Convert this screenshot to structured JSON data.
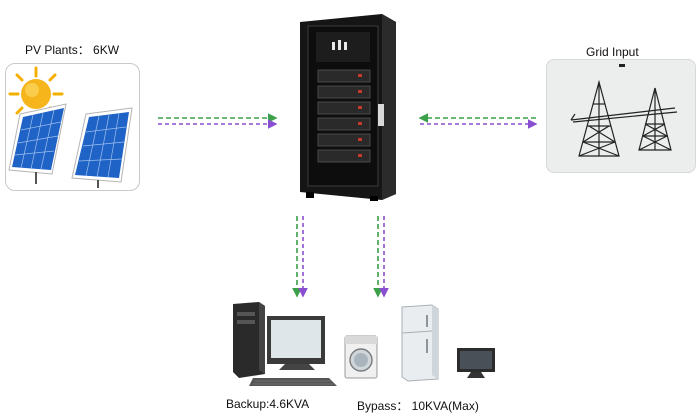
{
  "pv": {
    "label": "PV Plants： 6KW"
  },
  "grid": {
    "label": "Grid Input"
  },
  "loads": {
    "backup_label": "Backup:4.6KVA",
    "bypass_label": "Bypass： 10KVA(Max)"
  },
  "colors": {
    "green_line": "#3aa04a",
    "purple_line": "#8a4fd0",
    "cabinet": "#1b1b1b",
    "sun": "#f6b51b",
    "panel_blue": "#1f63c6"
  },
  "icons": [
    "sun-icon",
    "solar-panel-icon",
    "battery-cabinet-icon",
    "transmission-tower-icon",
    "desktop-computer-icon",
    "monitor-icon",
    "washing-machine-icon",
    "refrigerator-icon",
    "tv-icon"
  ]
}
